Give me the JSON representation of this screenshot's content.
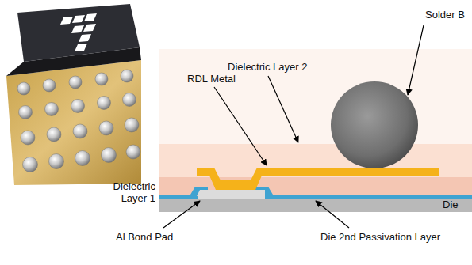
{
  "diagram": {
    "labels": [
      "Solder B",
      "Dielectric Layer 2",
      "RDL Metal",
      "Dielectric Layer 1",
      "Die",
      "Al Bond Pad",
      "Die 2nd Passivation Layer"
    ]
  }
}
